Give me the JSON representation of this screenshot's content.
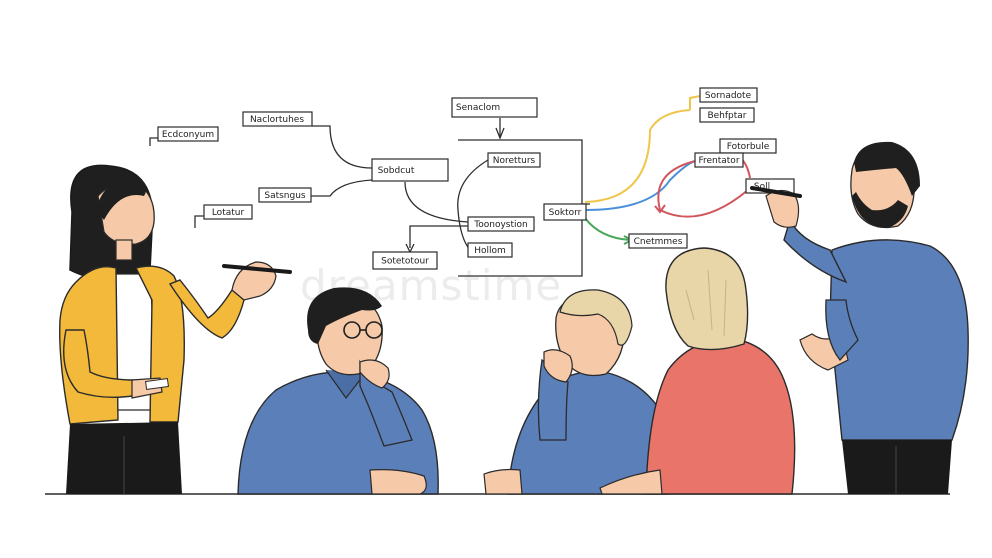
{
  "diagram": {
    "nodes": [
      {
        "id": "n1",
        "label": "Ecdconyum"
      },
      {
        "id": "n2",
        "label": "Naclortuhes"
      },
      {
        "id": "n3",
        "label": "Sobdcut"
      },
      {
        "id": "n4",
        "label": "Satsngus"
      },
      {
        "id": "n5",
        "label": "Lotatur"
      },
      {
        "id": "n6",
        "label": "Sotetotour"
      },
      {
        "id": "n7",
        "label": "Senaclom"
      },
      {
        "id": "n8",
        "label": "Noretturs"
      },
      {
        "id": "n9",
        "label": "Toonoystion"
      },
      {
        "id": "n10",
        "label": "Hollom"
      },
      {
        "id": "n11",
        "label": "Soktorr"
      },
      {
        "id": "n12",
        "label": "Sornadote"
      },
      {
        "id": "n13",
        "label": "Behfptar"
      },
      {
        "id": "n14",
        "label": "Fotorbule"
      },
      {
        "id": "n15",
        "label": "Frentator"
      },
      {
        "id": "n16",
        "label": "Soll"
      },
      {
        "id": "n17",
        "label": "Cnetmmes"
      }
    ]
  },
  "watermark": "dreamstime",
  "colors": {
    "yellow_cardigan": "#f2b93b",
    "blue_shirt": "#5b7fb8",
    "coral_shirt": "#e9756a",
    "hair_dark": "#1f1f1f",
    "hair_blonde": "#e8d5a8",
    "skin": "#f6c9a8",
    "wire_yellow": "#f0c64a",
    "wire_blue": "#4a8fd9",
    "wire_red": "#d2555d",
    "wire_green": "#4aa75a"
  }
}
